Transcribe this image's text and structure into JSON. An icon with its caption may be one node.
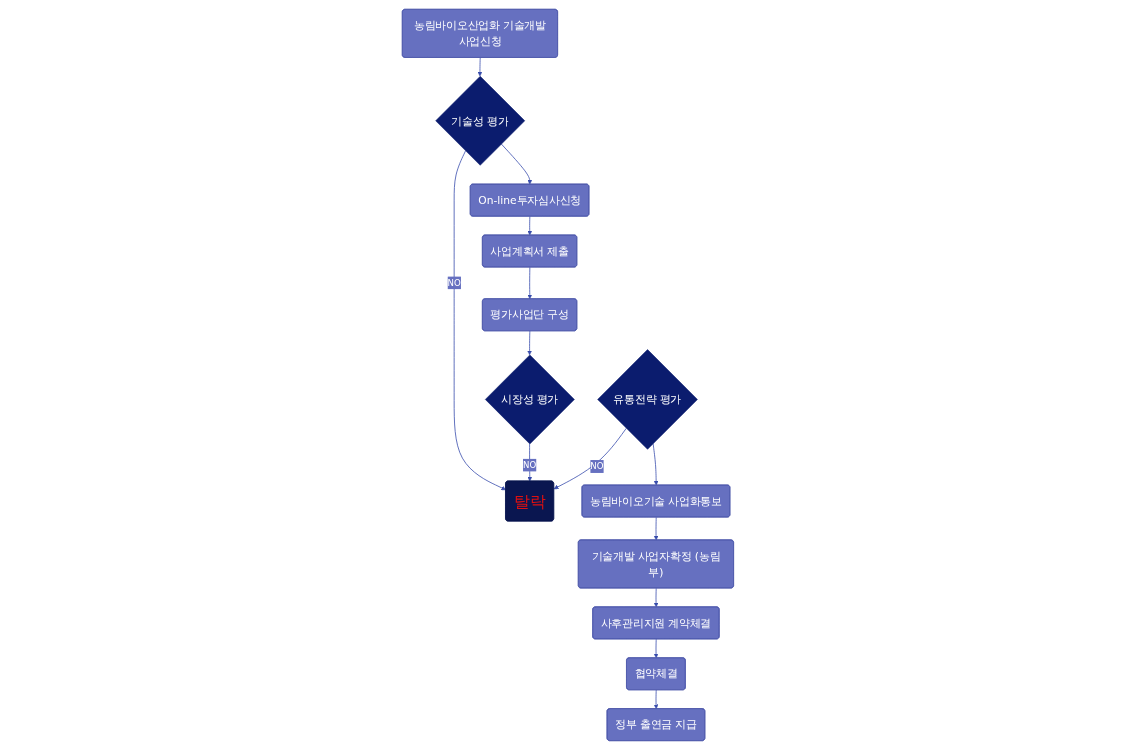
{
  "diagram": {
    "nodes": [
      {
        "text": [
          "농림바이오산업화 기술개발사업신청"
        ]
      },
      {
        "text": [
          "기술성 평가"
        ]
      },
      {
        "text": [
          "On-line투자심사신청"
        ]
      },
      {
        "text": [
          "사업계획서 제출"
        ]
      },
      {
        "text": [
          "평가사업단 구성"
        ]
      },
      {
        "text": [
          "시장성 평가"
        ]
      },
      {
        "text": [
          "탈락"
        ]
      },
      {
        "text": [
          "유통전략 평가"
        ]
      },
      {
        "text": [
          "농림바이오기술 사업화통보"
        ]
      },
      {
        "text": [
          "기술개발 사업자확정 (농림부)"
        ]
      },
      {
        "text": [
          "사후관리지원 계약체결"
        ]
      },
      {
        "text": [
          "협약체결"
        ]
      },
      {
        "text": [
          "정부 출연금 지급"
        ]
      }
    ],
    "edges": [
      {
        "from": 0,
        "to": 1,
        "arrow": "to"
      },
      {
        "from": 1,
        "to": 2,
        "arrow": "to"
      },
      {
        "from": 2,
        "to": 3,
        "arrow": "to"
      },
      {
        "from": 3,
        "to": 4,
        "arrow": "to"
      },
      {
        "from": 4,
        "to": 5,
        "arrow": "to"
      },
      {
        "from": 1,
        "to": 6,
        "arrow": "to",
        "label": "NO"
      },
      {
        "from": 5,
        "to": 6,
        "arrow": "to",
        "label": "NO"
      },
      {
        "from": 7,
        "to": 6,
        "arrow": "to",
        "label": "NO"
      },
      {
        "from": 7,
        "to": 8,
        "arrow": "to"
      },
      {
        "from": 8,
        "to": 9,
        "arrow": "to"
      },
      {
        "from": 9,
        "to": 10,
        "arrow": "to"
      },
      {
        "from": 10,
        "to": 11,
        "arrow": "to"
      },
      {
        "from": 11,
        "to": 12,
        "arrow": "to"
      }
    ]
  }
}
